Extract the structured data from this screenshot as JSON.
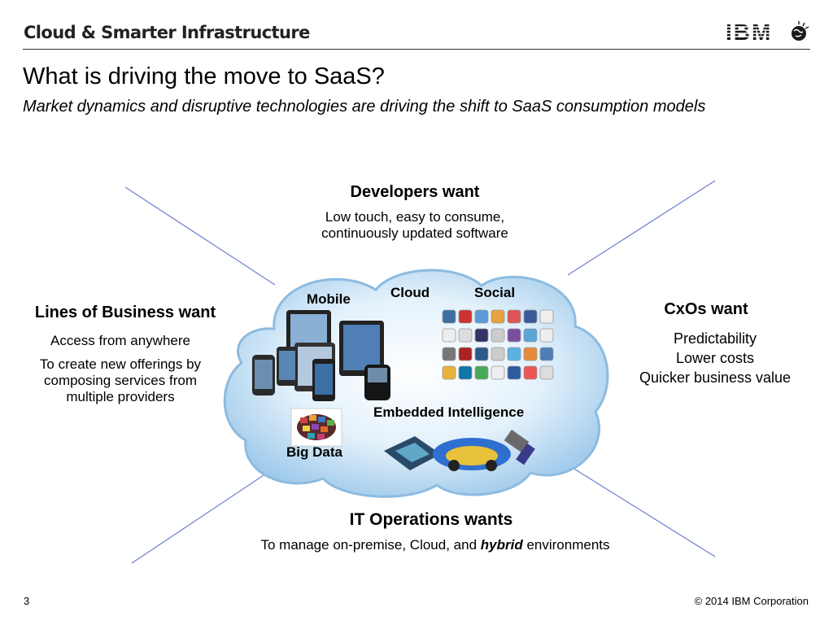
{
  "header": {
    "brand": "Cloud & Smarter Infrastructure",
    "logo_text": "IBM"
  },
  "title": "What is driving the move to SaaS?",
  "subtitle": "Market dynamics and disruptive technologies are driving the shift to SaaS consumption models",
  "developers": {
    "heading": "Developers want",
    "line1": "Low touch, easy to consume,",
    "line2": "continuously updated software"
  },
  "lob": {
    "heading": "Lines of Business want",
    "item1": "Access from anywhere",
    "item2_line1": "To create new offerings by",
    "item2_line2": "composing services from",
    "item2_line3": "multiple providers"
  },
  "cxo": {
    "heading": "CxOs want",
    "items": [
      "Predictability",
      "Lower costs",
      "Quicker business value"
    ]
  },
  "it_ops": {
    "heading": "IT Operations wants",
    "text_before": "To manage on-premise, Cloud, and",
    "emphasis": "hybrid",
    "text_after": "environments"
  },
  "cloud_labels": {
    "mobile": "Mobile",
    "cloud": "Cloud",
    "social": "Social",
    "embedded": "Embedded Intelligence",
    "big_data": "Big Data"
  },
  "footer": {
    "page": "3",
    "copyright": "© 2014 IBM Corporation"
  },
  "colors": {
    "connector": "#6a7fd0",
    "cloud_fill": "#cfe6f7",
    "cloud_edge": "#93bfe3"
  }
}
